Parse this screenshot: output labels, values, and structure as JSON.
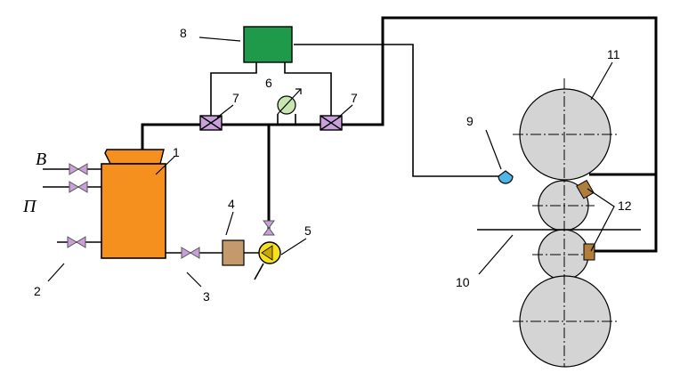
{
  "labels": {
    "n1": "1",
    "n2": "2",
    "n3": "3",
    "n4": "4",
    "n5": "5",
    "n6": "6",
    "n7a": "7",
    "n7b": "7",
    "n8": "8",
    "n9": "9",
    "n10": "10",
    "n11": "11",
    "n12": "12",
    "inlet_b": "В",
    "inlet_p": "П"
  },
  "colors": {
    "tank": "#f5901e",
    "controller": "#1e9a4a",
    "valve": "#c9a0dc",
    "filter": "#c49a6c",
    "pump": "#f7e11a",
    "gauge": "#c8e6b0",
    "nozzle": "#4fb6e6",
    "roll": "#d4d4d4",
    "sensor": "#b07d3a"
  }
}
